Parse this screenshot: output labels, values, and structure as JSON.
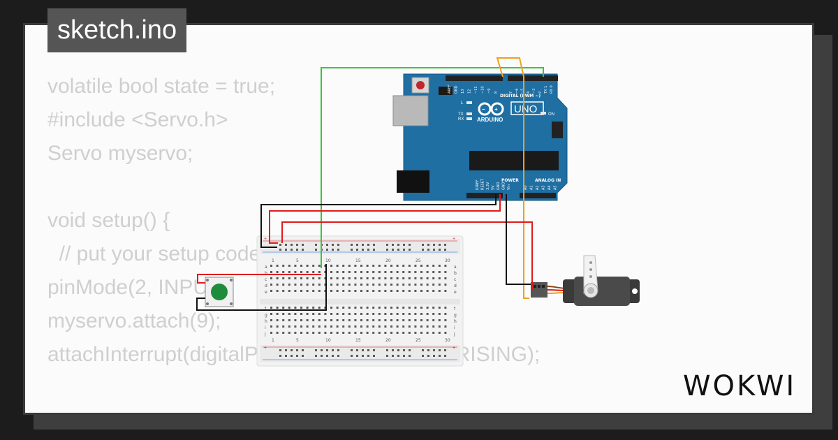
{
  "tab_title": "sketch.ino",
  "code_lines": [
    "volatile bool state = true;",
    "#include <Servo.h>",
    "Servo myservo;",
    "",
    "void setup() {",
    "  // put your setup code here, to run once:",
    "pinMode(2, INPUT);",
    "myservo.attach(9);",
    "attachInterrupt(digitalPinToInterrupt(2),blink,RISING);",
    "",
    "}"
  ],
  "logo_text": "WOKWI",
  "arduino": {
    "brand": "ARDUINO",
    "model": "UNO",
    "digital_label": "DIGITAL (PWM ~)",
    "power_label": "POWER",
    "analog_label": "ANALOG IN",
    "led_l": "L",
    "led_tx": "TX",
    "led_rx": "RX",
    "led_on": "ON",
    "digital_pins": [
      "AREF",
      "GND",
      "13",
      "12",
      "~11",
      "~10",
      "~9",
      "8",
      "7",
      "~6",
      "~5",
      "4",
      "~3",
      "2",
      "TX 1",
      "RX 0"
    ],
    "power_pins": [
      "IOREF",
      "RESET",
      "3.3V",
      "5V",
      "GND",
      "GND",
      "Vin"
    ],
    "analog_pins": [
      "A0",
      "A1",
      "A2",
      "A3",
      "A4",
      "A5"
    ]
  },
  "breadboard": {
    "column_numbers": [
      "1",
      "5",
      "10",
      "15",
      "20",
      "25",
      "30"
    ],
    "row_letters_top": [
      "a",
      "b",
      "c",
      "d",
      "e"
    ],
    "row_letters_bottom": [
      "f",
      "g",
      "h",
      "i",
      "j"
    ]
  },
  "colors": {
    "board_blue": "#1f6fa3",
    "wire_red": "#e01b1b",
    "wire_black": "#111111",
    "wire_green": "#3cc43c",
    "wire_orange": "#f0a020",
    "button_green": "#1e8c3a"
  }
}
